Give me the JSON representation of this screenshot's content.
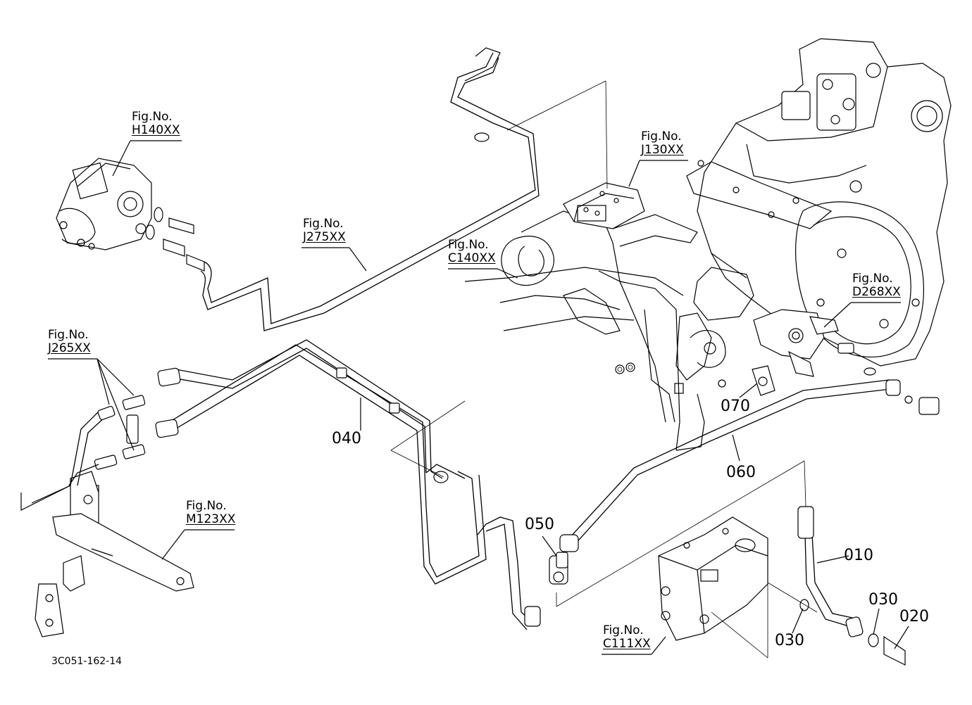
{
  "figure_refs": {
    "h140": {
      "line1": "Fig.No.",
      "line2": "H140XX"
    },
    "j275": {
      "line1": "Fig.No.",
      "line2": "J275XX"
    },
    "j130": {
      "line1": "Fig.No.",
      "line2": "J130XX"
    },
    "c140": {
      "line1": "Fig.No.",
      "line2": "C140XX"
    },
    "d268": {
      "line1": "Fig.No.",
      "line2": "D268XX"
    },
    "j265": {
      "line1": "Fig.No.",
      "line2": "J265XX"
    },
    "m123": {
      "line1": "Fig.No.",
      "line2": "M123XX"
    },
    "c111": {
      "line1": "Fig.No.",
      "line2": "C111XX"
    }
  },
  "parts": {
    "p010": "010",
    "p020": "020",
    "p030a": "030",
    "p030b": "030",
    "p040": "040",
    "p050": "050",
    "p060": "060",
    "p070": "070"
  },
  "drawing_code": "3C051-162-14"
}
